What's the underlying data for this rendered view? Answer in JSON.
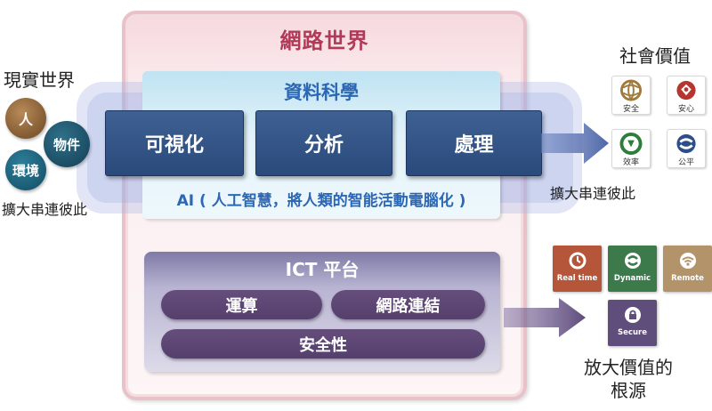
{
  "world": {
    "title": "網路世界"
  },
  "data_science": {
    "title": "資料科學",
    "processes": [
      "可視化",
      "分析",
      "處理"
    ],
    "ai_label": "AI ( 人工智慧，將人類的智能活動電腦化 )"
  },
  "ict": {
    "title": "ICT 平台",
    "items": [
      "運算",
      "網路連結",
      "安全性"
    ]
  },
  "real_world": {
    "title": "現實世界",
    "entities": [
      "人",
      "環境",
      "物件"
    ],
    "expand": "擴大串連彼此"
  },
  "social_value": {
    "title": "社會價值",
    "expand": "擴大串連彼此",
    "items": [
      {
        "label": "安全",
        "icon": "globe-icon",
        "color": "#a07a3c"
      },
      {
        "label": "安心",
        "icon": "heart-shield-icon",
        "color": "#b5362f"
      },
      {
        "label": "效率",
        "icon": "efficiency-icon",
        "color": "#2e7d3a"
      },
      {
        "label": "公平",
        "icon": "balance-icon",
        "color": "#2c4f8a"
      }
    ]
  },
  "features": {
    "items": [
      {
        "label": "Real time",
        "icon": "clock-icon",
        "color": "#b5563a"
      },
      {
        "label": "Dynamic",
        "icon": "dynamic-icon",
        "color": "#3c7a4c"
      },
      {
        "label": "Remote",
        "icon": "wifi-icon",
        "color": "#b3946a"
      },
      {
        "label": "Secure",
        "icon": "lock-icon",
        "color": "#5f4d7c"
      }
    ],
    "caption_line1": "放大價值的",
    "caption_line2": "根源"
  }
}
